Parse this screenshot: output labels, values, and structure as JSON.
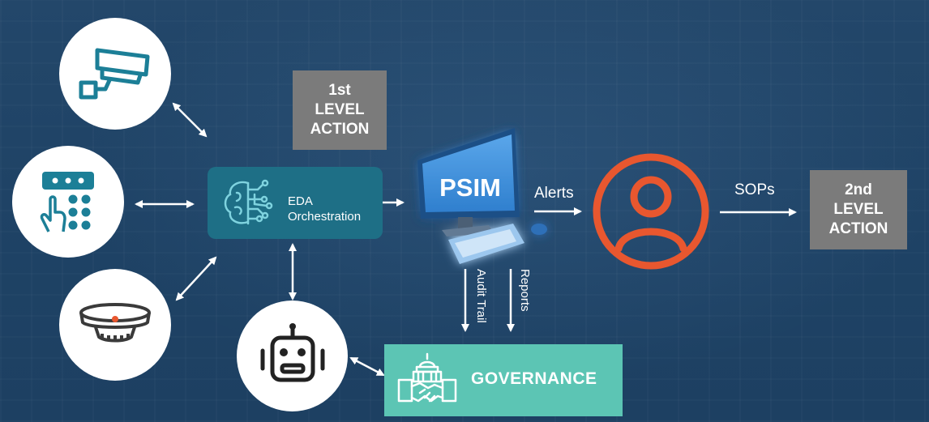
{
  "nodes": {
    "first_action": "1st\nLEVEL\nACTION",
    "second_action": "2nd\nLEVEL\nACTION",
    "eda": "EDA\nOrchestration",
    "psim": "PSIM",
    "governance": "GOVERNANCE"
  },
  "edges": {
    "alerts": "Alerts",
    "sops": "SOPs",
    "audit_trail": "Audit Trail",
    "reports": "Reports"
  },
  "icons": [
    "security-camera-icon",
    "keypad-access-icon",
    "smoke-detector-icon",
    "brain-circuit-icon",
    "robot-icon",
    "operator-person-icon",
    "capitol-handshake-icon",
    "computer-monitor-icon"
  ],
  "colors": {
    "background": "#23476a",
    "accent_orange": "#e8572f",
    "icon_teal": "#1c7f97",
    "action_gray": "#7b7b7b",
    "eda_box": "#1e6f86",
    "governance_box": "#5cc5b4"
  }
}
